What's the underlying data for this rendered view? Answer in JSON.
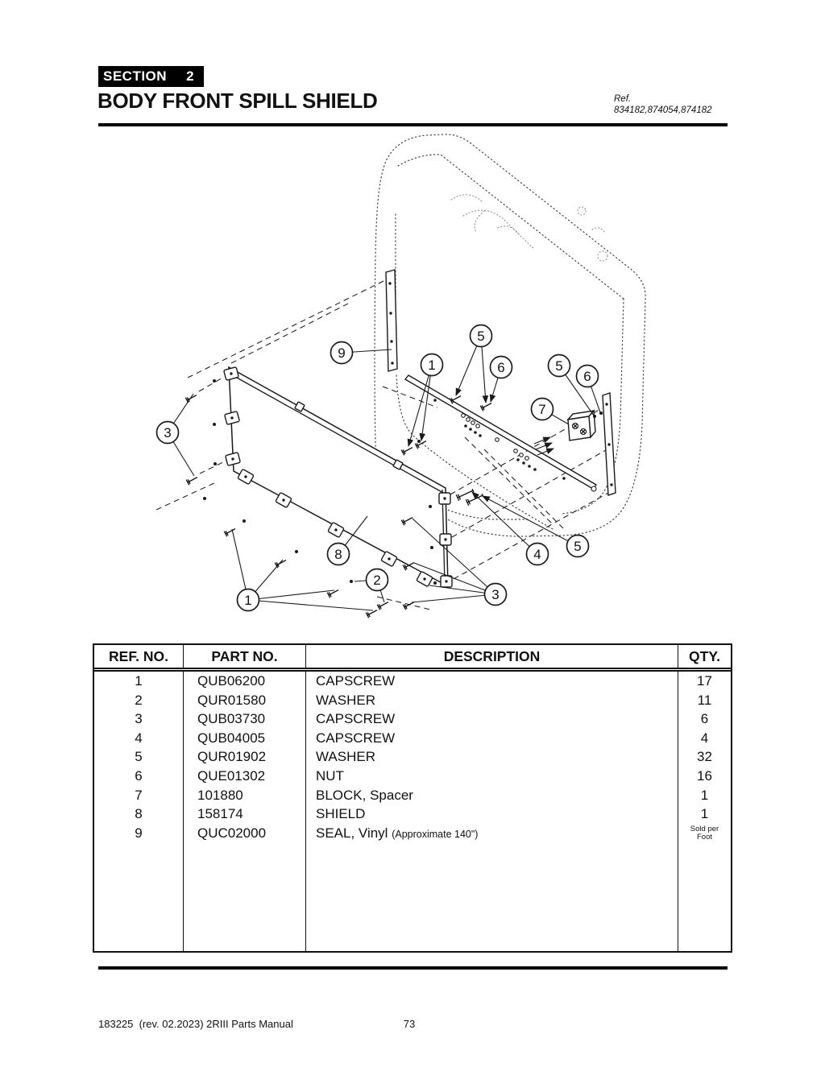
{
  "header": {
    "section_label": "SECTION",
    "section_number": "2",
    "title": "BODY FRONT SPILL SHIELD",
    "ref_label": "Ref.",
    "ref_numbers": "834182,874054,874182"
  },
  "diagram": {
    "callouts": [
      "9",
      "1",
      "5",
      "6",
      "5",
      "6",
      "7",
      "3",
      "8",
      "2",
      "1",
      "3",
      "4",
      "5"
    ]
  },
  "table": {
    "headers": [
      "REF. NO.",
      "PART NO.",
      "DESCRIPTION",
      "QTY."
    ],
    "rows": [
      {
        "ref": "1",
        "part": "QUB06200",
        "desc": "CAPSCREW",
        "note": "",
        "qty": "17"
      },
      {
        "ref": "2",
        "part": "QUR01580",
        "desc": "WASHER",
        "note": "",
        "qty": "11"
      },
      {
        "ref": "3",
        "part": "QUB03730",
        "desc": "CAPSCREW",
        "note": "",
        "qty": "6"
      },
      {
        "ref": "4",
        "part": "QUB04005",
        "desc": "CAPSCREW",
        "note": "",
        "qty": "4"
      },
      {
        "ref": "5",
        "part": "QUR01902",
        "desc": "WASHER",
        "note": "",
        "qty": "32"
      },
      {
        "ref": "6",
        "part": "QUE01302",
        "desc": "NUT",
        "note": "",
        "qty": "16"
      },
      {
        "ref": "7",
        "part": "101880",
        "desc": "BLOCK, Spacer",
        "note": "",
        "qty": "1"
      },
      {
        "ref": "8",
        "part": "158174",
        "desc": "SHIELD",
        "note": "",
        "qty": "1"
      },
      {
        "ref": "9",
        "part": "QUC02000",
        "desc": "SEAL, Vinyl",
        "note": "(Approximate 140\")",
        "qty": "Sold per Foot"
      }
    ]
  },
  "footer": {
    "doc_info": "183225  (rev. 02.2023) 2RIII Parts Manual",
    "page_number": "73"
  }
}
